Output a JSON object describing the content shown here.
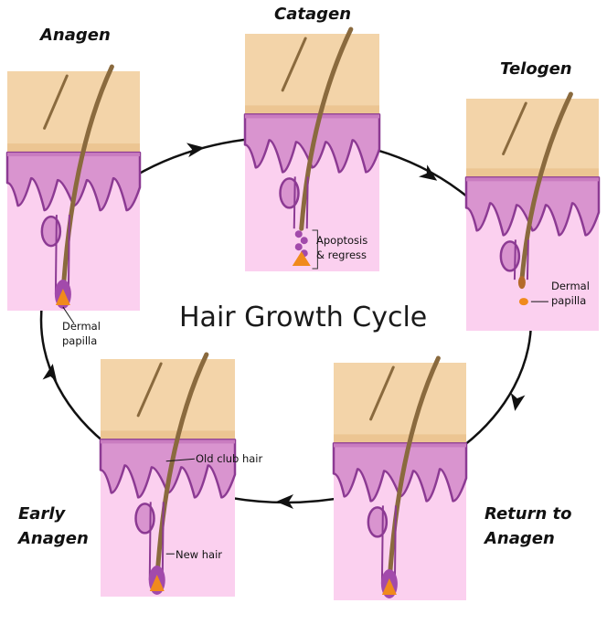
{
  "title": "Hair Growth Cycle",
  "stages": {
    "anagen": "Anagen",
    "catagen": "Catagen",
    "telogen": "Telogen",
    "return_line1": "Return to",
    "return_line2": "Anagen",
    "early_line1": "Early",
    "early_line2": "Anagen"
  },
  "annotations": {
    "anagen_papilla_1": "Dermal",
    "anagen_papilla_2": "papilla",
    "catagen_1": "Apoptosis",
    "catagen_2": "& regress",
    "telogen_papilla_1": "Dermal",
    "telogen_papilla_2": "papilla",
    "old_club_hair": "Old club hair",
    "new_hair": "New hair"
  },
  "colors": {
    "skin": "#f3d4a9",
    "dermis_band": "#d994cf",
    "dermis": "#fbd0ef",
    "epidermis_line": "#8c3a93",
    "hair": "#8a6a3e",
    "papilla": "#f08a1c"
  }
}
